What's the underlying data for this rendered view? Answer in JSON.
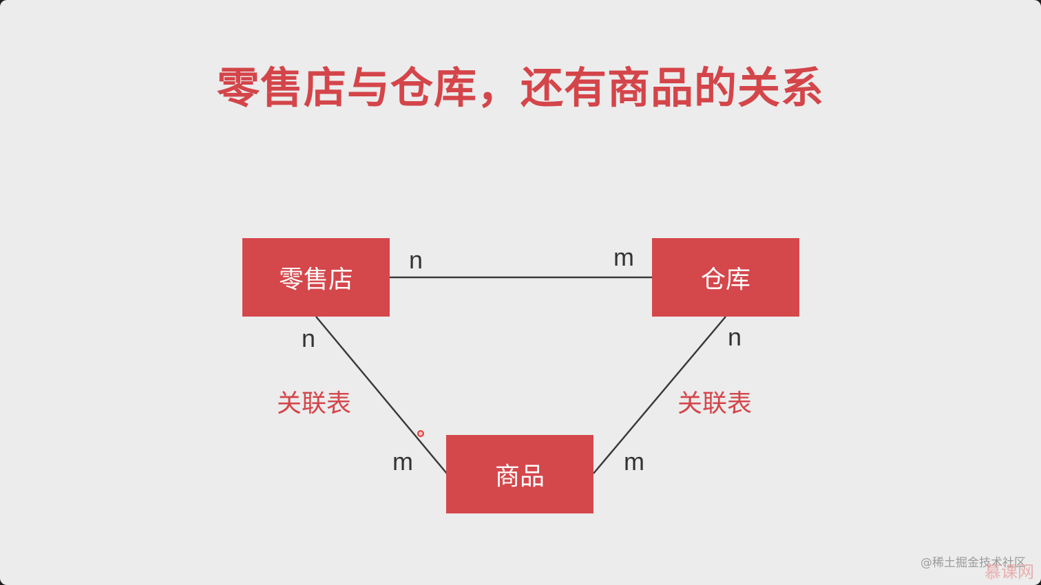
{
  "title": "零售店与仓库，还有商品的关系",
  "entities": {
    "store": "零售店",
    "warehouse": "仓库",
    "product": "商品"
  },
  "relationships": [
    {
      "from": "零售店",
      "to": "仓库",
      "from_card": "n",
      "to_card": "m"
    },
    {
      "from": "零售店",
      "to": "商品",
      "from_card": "n",
      "to_card": "m",
      "label": "关联表"
    },
    {
      "from": "仓库",
      "to": "商品",
      "from_card": "n",
      "to_card": "m",
      "label": "关联表"
    }
  ],
  "watermark": "@稀土掘金技术社区",
  "brand": "慕课网",
  "colors": {
    "accent": "#d4454a",
    "entity_fill": "#d4474b",
    "background": "#ececec",
    "line": "#3a3a3a"
  }
}
